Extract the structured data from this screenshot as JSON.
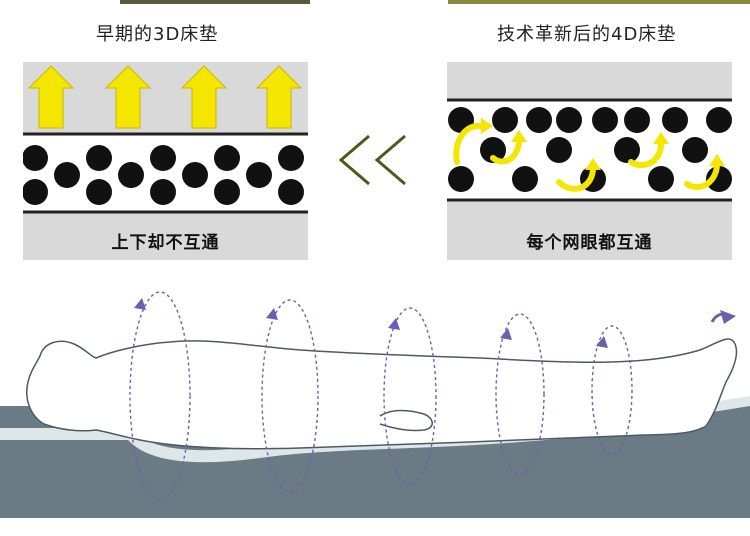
{
  "left": {
    "title": "早期的3D床垫",
    "caption": "上下却不互通"
  },
  "right": {
    "title": "技术革新后的4D床垫",
    "caption": "每个网眼都互通"
  },
  "colors": {
    "arrow_yellow": "#f5e600",
    "panel_gray": "#d9d9d9",
    "chevron_green": "#4a5a1a",
    "mattress_slate": "#6b7b86",
    "flow_purple": "#6a5fb0"
  },
  "icons": {
    "compare_arrows": "double-chevron-left-icon"
  }
}
